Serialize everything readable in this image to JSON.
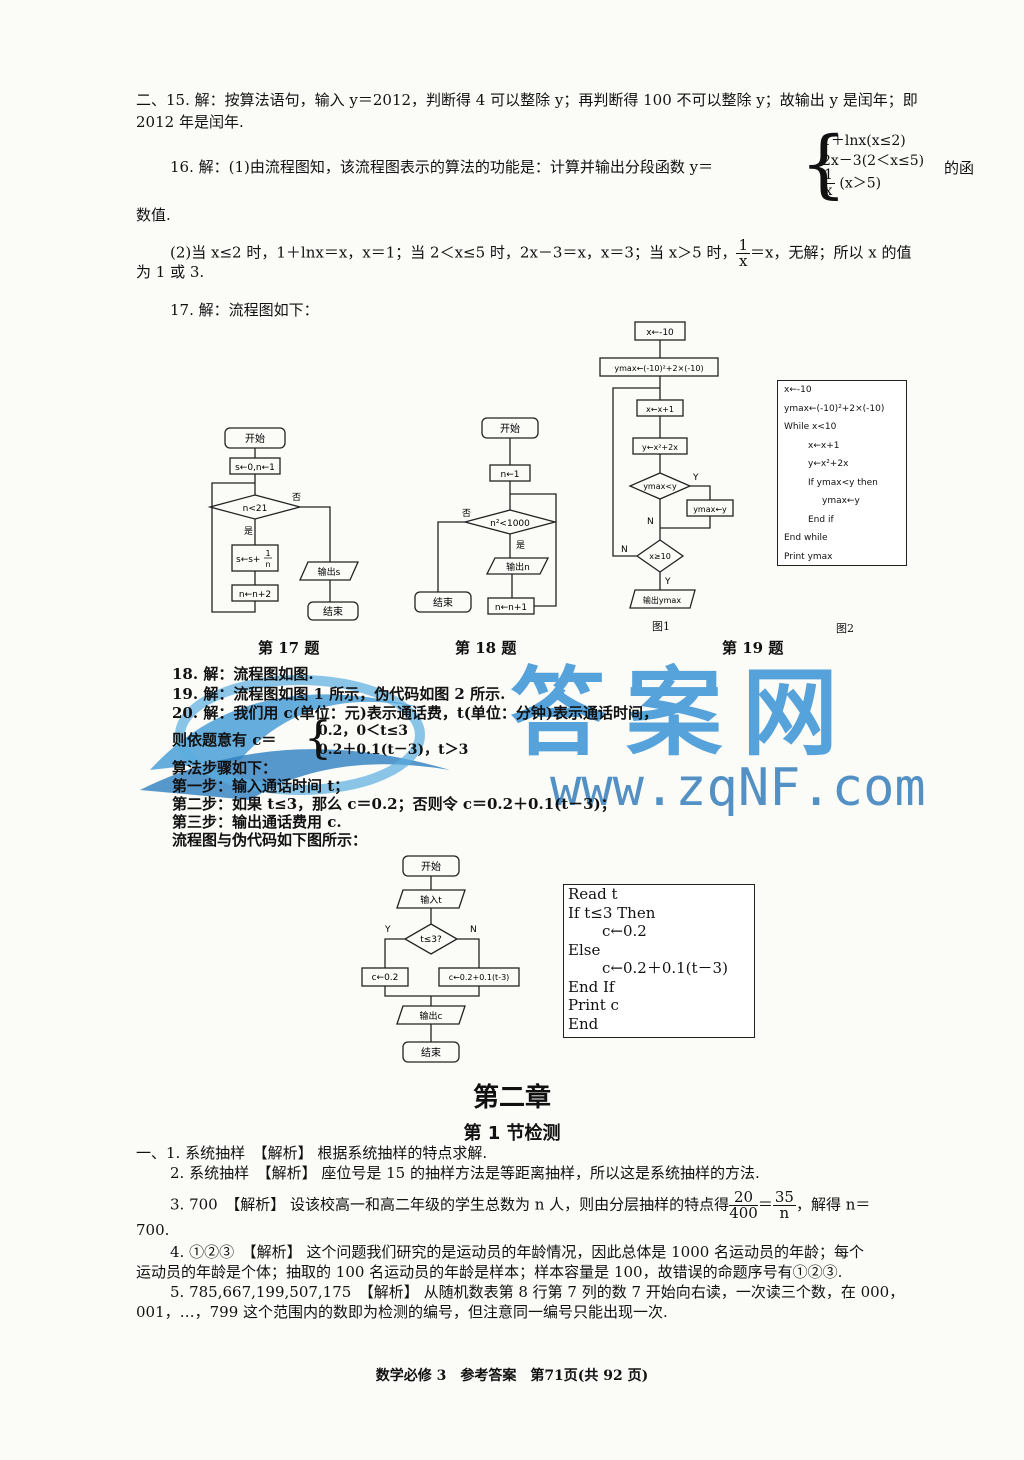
{
  "q15": "二、15. 解：按算法语句，输入 y＝2012，判断得 4 可以整除 y；再判断得 100 不可以整除 y；故输出 y 是闰年；即",
  "q15b": "2012 年是闰年.",
  "q16a": "16. 解：(1)由流程图知，该流程图表示的算法的功能是：计算并输出分段函数 y＝",
  "q16_case1": "1＋lnx(x≤2)",
  "q16_case2": "2x－3(2＜x≤5)",
  "q16_case3_num": "1",
  "q16_case3_den": "x",
  "q16_case3_cond": "(x＞5)",
  "q16_tail": "的函",
  "q16b": "数值.",
  "q16c_pre": "(2)当 x≤2 时，1＋lnx＝x，x＝1；当 2＜x≤5 时，2x－3＝x，x＝3；当 x＞5 时，",
  "q16c_num": "1",
  "q16c_den": "x",
  "q16c_post": "＝x，无解；所以 x 的值",
  "q16d": "为 1 或 3.",
  "q17": "17. 解：流程图如下：",
  "fig17": {
    "start": "开始",
    "init": "s←0,n←1",
    "cond": "n<21",
    "no": "否",
    "yes": "是",
    "step": "s←s+",
    "step_num": "1",
    "step_den": "n",
    "incr": "n←n+2",
    "output": "输出s",
    "end": "结束",
    "caption": "第 17 题"
  },
  "fig18": {
    "start": "开始",
    "init": "n←1",
    "cond": "n²<1000",
    "no": "否",
    "yes": "是",
    "output": "输出n",
    "end": "结束",
    "incr": "n←n+1",
    "caption": "第 18 题"
  },
  "fig19": {
    "init": "x←-10",
    "ymax": "ymax←(-10)²+2×(-10)",
    "incr": "x←x+1",
    "calc": "y←x²+2x",
    "cond": "ymax<y",
    "y_label": "Y",
    "n_label": "N",
    "assign": "ymax←y",
    "loop_cond": "x≥10",
    "output": "输出ymax",
    "fig1": "图1",
    "fig2": "图2",
    "caption": "第 19 题",
    "code": [
      "x←-10",
      "ymax←(-10)²+2×(-10)",
      "While x<10",
      "x←x+1",
      "y←x²+2x",
      "If  ymax<y    then",
      "ymax←y",
      "End if",
      "End while",
      "Print  ymax"
    ]
  },
  "q18": "18. 解：流程图如图.",
  "q19": "19. 解：流程图如图 1 所示，伪代码如图 2 所示.",
  "q20a": "20. 解：我们用 c(单位：元)表示通话费，t(单位：分钟)表示通话时间，",
  "q20b_pre": "则依题意有 c＝",
  "q20_case1": "0.2，0＜t≤3",
  "q20_case2": "0.2＋0.1(t－3)，t＞3",
  "q20c": "算法步骤如下：",
  "q20d": "第一步：输入通话时间 t；",
  "q20e": "第二步：如果 t≤3，那么 c＝0.2；否则令 c＝0.2＋0.1(t－3)；",
  "q20f": "第三步：输出通话费用 c.",
  "q20g": "流程图与伪代码如下图所示：",
  "fig20": {
    "start": "开始",
    "input": "输入t",
    "cond": "t≤3?",
    "y_label": "Y",
    "n_label": "N",
    "left": "c←0.2",
    "right": "c←0.2+0.1(t-3)",
    "output": "输出c",
    "end": "结束",
    "code": [
      "Read t",
      "If t≤3 Then",
      "c←0.2",
      "Else",
      "c←0.2＋0.1(t－3)",
      "End If",
      "Print c",
      "End"
    ]
  },
  "chapter": "第二章",
  "section": "第 1 节检测",
  "a1": "一、1. 系统抽样　【解析】 根据系统抽样的特点求解.",
  "a2": "2. 系统抽样　【解析】 座位号是 15 的抽样方法是等距离抽样，所以这是系统抽样的方法.",
  "a3_pre": "3. 700　【解析】 设该校高一和高二年级的学生总数为 n 人，则由分层抽样的特点得",
  "a3_f1_num": "20",
  "a3_f1_den": "400",
  "a3_eq": "＝",
  "a3_f2_num": "35",
  "a3_f2_den": "n",
  "a3_post": "，解得 n＝",
  "a3b": "700.",
  "a4a": "4. ①②③　【解析】 这个问题我们研究的是运动员的年龄情况，因此总体是 1000 名运动员的年龄；每个",
  "a4b": "运动员的年龄是个体；抽取的 100 名运动员的年龄是样本；样本容量是 100，故错误的命题序号有①②③.",
  "a5a": "5. 785,667,199,507,175　【解析】 从随机数表第 8 行第 7 列的数 7 开始向右读，一次读三个数，在 000，",
  "a5b": "001，…，799 这个范围内的数即为检测的编号，但注意同一编号只能出现一次.",
  "footer": "数学必修 3　参考答案　第71页(共 92 页)",
  "watermark": {
    "cn": "答案网",
    "url": "www.zqNF.com"
  }
}
